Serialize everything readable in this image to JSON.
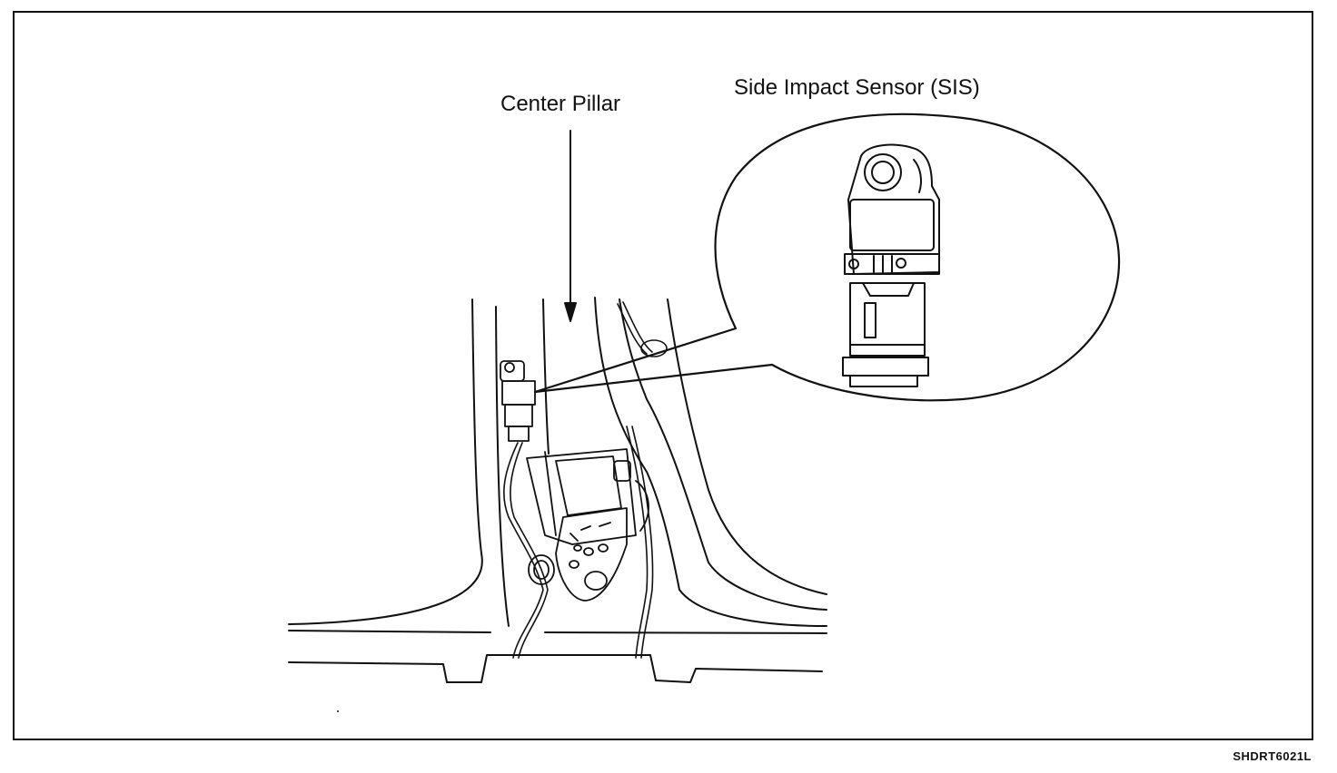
{
  "labels": {
    "center_pillar": "Center Pillar",
    "side_impact_sensor": "Side Impact Sensor (SIS)",
    "figure_code": "SHDRT6021L"
  }
}
